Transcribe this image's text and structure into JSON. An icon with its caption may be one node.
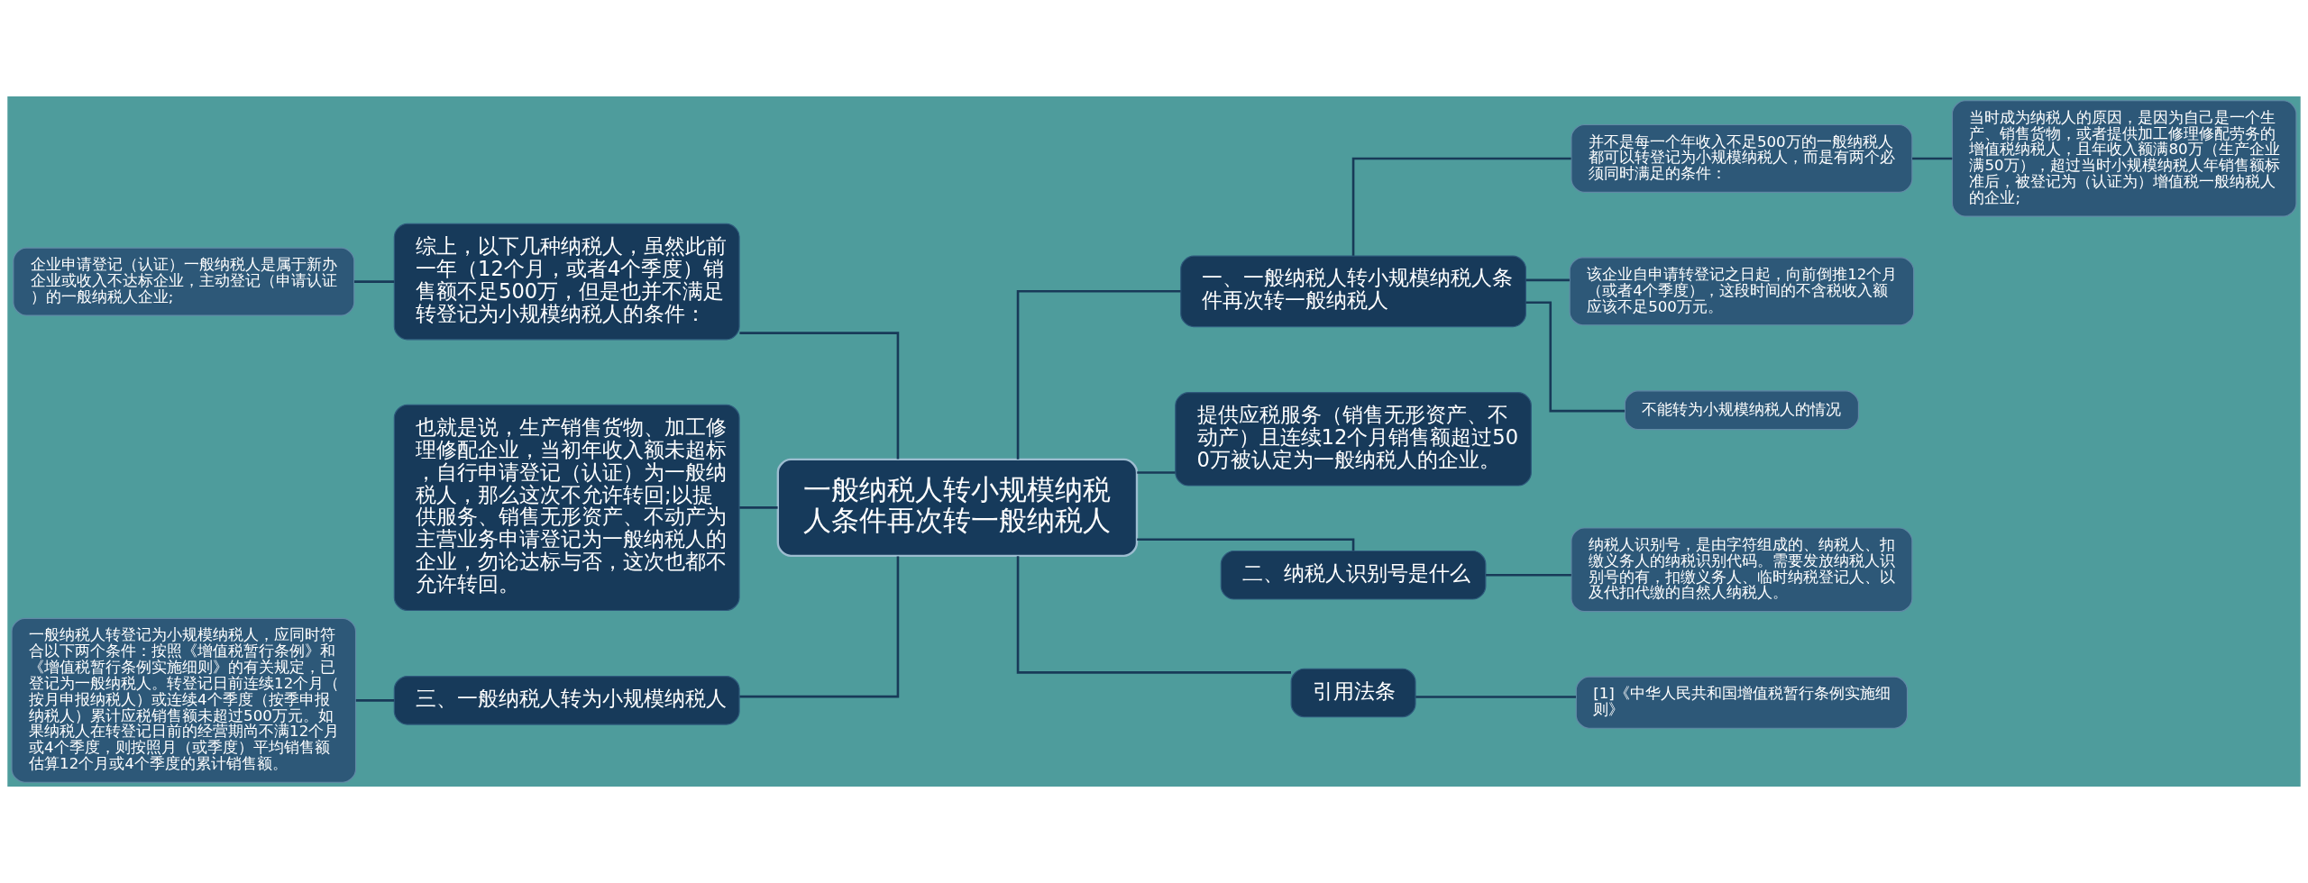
{
  "diagram": {
    "nodes": [
      {
        "text": [
          "一般纳税人转小规模纳税人条件再次转一般纳税人"
        ]
      },
      {
        "text": [
          "综上，以下几种纳税人，虽然此前一年（12个月，或者4个季度）销售额不足500万，但是也并不满足转登记为小规模纳税人的条件："
        ]
      },
      {
        "text": [
          "企业申请登记（认证）一般纳税人是属于新办企业或收入不达标企业，主动登记（申请认证）的一般纳税人企业;"
        ]
      },
      {
        "text": [
          "也就是说，生产销售货物、加工修理修配企业，当初年收入额未超标，自行申请登记（认证）为一般纳税人，那么这次不允许转回;以提供服务、销售无形资产、不动产为主营业务申请登记为一般纳税人的企业，勿论达标与否，这次也都不允许转回。"
        ]
      },
      {
        "text": [
          "三、一般纳税人转为小规模纳税人"
        ]
      },
      {
        "text": [
          "一般纳税人转登记为小规模纳税人，应同时符合以下两个条件：按照《增值税暂行条例》和《增值税暂行条例实施细则》的有关规定，已登记为一般纳税人。转登记日前连续12个月（按月申报纳税人）或连续4个季度（按季申报纳税人）累计应税销售额未超过500万元。如果纳税人在转登记日前的经营期尚不满12个月或4个季度，则按照月（或季度）平均销售额估算12个月或4个季度的累计销售额。"
        ]
      },
      {
        "text": [
          "一、一般纳税人转小规模纳税人条件再次转一般纳税人"
        ]
      },
      {
        "text": [
          "并不是每一个年收入不足500万的一般纳税人都可以转登记为小规模纳税人，而是有两个必须同时满足的条件："
        ]
      },
      {
        "text": [
          "当时成为纳税人的原因，是因为自己是一个生产、销售货物，或者提供加工修理修配劳务的增值税纳税人，且年收入额满80万（生产企业满50万），超过当时小规模纳税人年销售额标准后，被登记为（认证为）增值税一般纳税人的企业;"
        ]
      },
      {
        "text": [
          "该企业自申请转登记之日起，向前倒推12个月（或者4个季度），这段时间的不含税收入额应该不足500万元。"
        ]
      },
      {
        "text": [
          "不能转为小规模纳税人的情况"
        ]
      },
      {
        "text": [
          "提供应税服务（销售无形资产、不动产）且连续12个月销售额超过500万被认定为一般纳税人的企业。"
        ]
      },
      {
        "text": [
          "二、纳税人识别号是什么"
        ]
      },
      {
        "text": [
          "纳税人识别号，是由字符组成的、纳税人、扣缴义务人的纳税识别代码。需要发放纳税人识别号的有，扣缴义务人、临时纳税登记人、以及代扣代缴的自然人纳税人。"
        ]
      },
      {
        "text": [
          "引用法条"
        ]
      },
      {
        "text": [
          "[1]《中华人民共和国增值税暂行条例实施细则》"
        ]
      }
    ],
    "edges": [
      {
        "from": 0,
        "to": 1,
        "arrow": "none"
      },
      {
        "from": 1,
        "to": 2,
        "arrow": "none"
      },
      {
        "from": 0,
        "to": 3,
        "arrow": "none"
      },
      {
        "from": 0,
        "to": 4,
        "arrow": "none"
      },
      {
        "from": 4,
        "to": 5,
        "arrow": "none"
      },
      {
        "from": 0,
        "to": 6,
        "arrow": "none"
      },
      {
        "from": 6,
        "to": 7,
        "arrow": "none"
      },
      {
        "from": 7,
        "to": 8,
        "arrow": "none"
      },
      {
        "from": 6,
        "to": 9,
        "arrow": "none"
      },
      {
        "from": 6,
        "to": 10,
        "arrow": "none"
      },
      {
        "from": 0,
        "to": 11,
        "arrow": "none"
      },
      {
        "from": 0,
        "to": 12,
        "arrow": "none"
      },
      {
        "from": 12,
        "to": 13,
        "arrow": "none"
      },
      {
        "from": 0,
        "to": 14,
        "arrow": "none"
      },
      {
        "from": 14,
        "to": 15,
        "arrow": "none"
      }
    ]
  }
}
